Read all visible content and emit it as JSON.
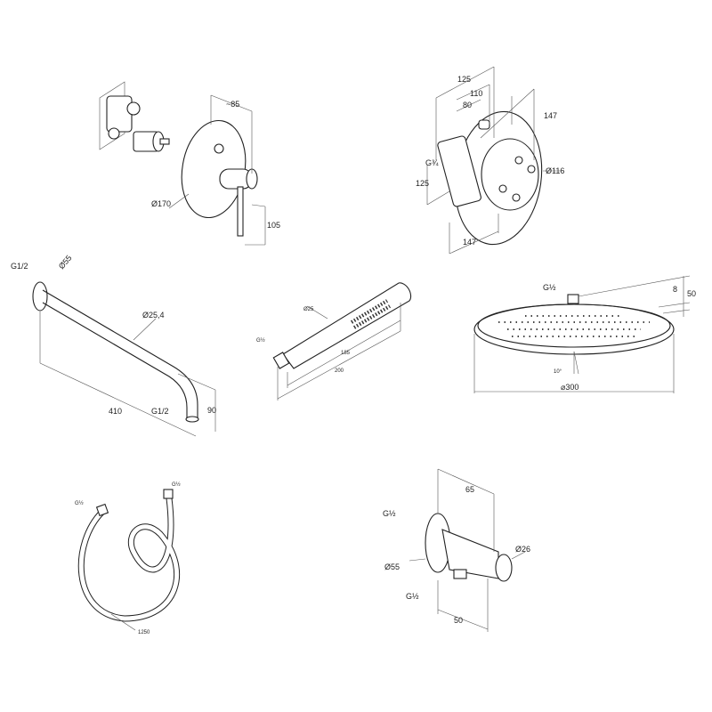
{
  "diagram": {
    "mixer_valve": {
      "width": "~85",
      "diameter": "Ø170",
      "lever_height": "105"
    },
    "thermostat": {
      "dim_125_top": "125",
      "dim_110": "110",
      "dim_80": "80",
      "dim_147_right": "147",
      "thread": "G¾",
      "diameter": "Ø116",
      "dim_125_left": "125",
      "dim_147_bottom": "147"
    },
    "shower_arm": {
      "thread_top": "G1/2",
      "flange": "Ø55",
      "tube": "Ø25,4",
      "length": "410",
      "thread_bottom": "G1/2",
      "drop": "90"
    },
    "hand_shower": {
      "diameter": "Ø25",
      "thread": "G½",
      "body_length": "185",
      "length": "200"
    },
    "rain_head": {
      "thread": "G½",
      "thickness": "8",
      "height": "50",
      "angle": "10°",
      "diameter": "⌀300"
    },
    "hose": {
      "thread_left": "G½",
      "thread_right": "G½",
      "length": "1250"
    },
    "wall_elbow": {
      "depth": "65",
      "thread_top": "G½",
      "outlet": "Ø26",
      "flange": "Ø55",
      "thread_bottom": "G½",
      "width": "50"
    }
  }
}
